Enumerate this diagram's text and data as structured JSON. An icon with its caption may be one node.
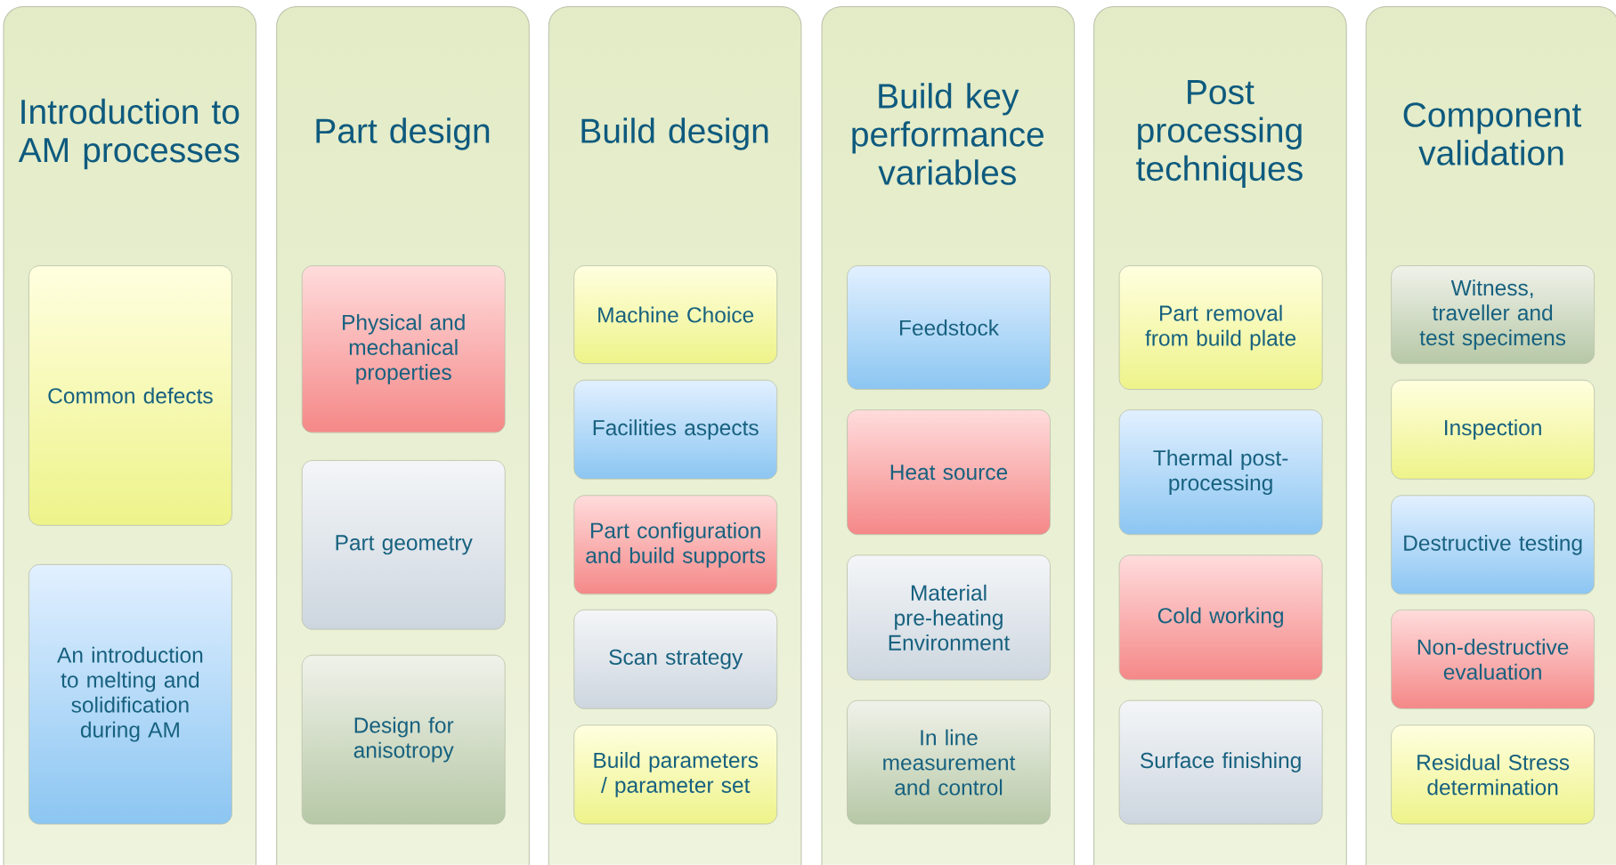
{
  "diagram": {
    "nodes": [
      {
        "text": [
          "Introduction to AM processes"
        ]
      },
      {
        "text": [
          "Common defects"
        ],
        "in": 0
      },
      {
        "text": [
          "An introduction to melting and solidification during AM"
        ],
        "in": 0
      },
      {
        "text": [
          "Part design"
        ]
      },
      {
        "text": [
          "Physical and mechanical properties"
        ],
        "in": 3
      },
      {
        "text": [
          "Part geometry"
        ],
        "in": 3
      },
      {
        "text": [
          "Design for anisotropy"
        ],
        "in": 3
      },
      {
        "text": [
          "Build design"
        ]
      },
      {
        "text": [
          "Machine Choice"
        ],
        "in": 7
      },
      {
        "text": [
          "Facilities aspects"
        ],
        "in": 7
      },
      {
        "text": [
          "Part configuration and build supports"
        ],
        "in": 7
      },
      {
        "text": [
          "Scan strategy"
        ],
        "in": 7
      },
      {
        "text": [
          "Build parameters / parameter set"
        ],
        "in": 7
      },
      {
        "text": [
          "Build key performance variables"
        ]
      },
      {
        "text": [
          "Feedstock"
        ],
        "in": 13
      },
      {
        "text": [
          "Heat source"
        ],
        "in": 13
      },
      {
        "text": [
          "Material pre-heating Environment"
        ],
        "in": 13
      },
      {
        "text": [
          "In line measurement and control"
        ],
        "in": 13
      },
      {
        "text": [
          "Post processing techniques"
        ]
      },
      {
        "text": [
          "Part removal from build plate"
        ],
        "in": 18
      },
      {
        "text": [
          "Thermal post-processing"
        ],
        "in": 18
      },
      {
        "text": [
          "Cold working"
        ],
        "in": 18
      },
      {
        "text": [
          "Surface finishing"
        ],
        "in": 18
      },
      {
        "text": [
          "Component validation"
        ]
      },
      {
        "text": [
          "Witness, traveller and test specimens"
        ],
        "in": 23
      },
      {
        "text": [
          "Inspection"
        ],
        "in": 23
      },
      {
        "text": [
          "Destructive testing"
        ],
        "in": 23
      },
      {
        "text": [
          "Non-destructive evaluation"
        ],
        "in": 23
      },
      {
        "text": [
          "Residual Stress determination"
        ],
        "in": 23
      }
    ],
    "edges": []
  }
}
